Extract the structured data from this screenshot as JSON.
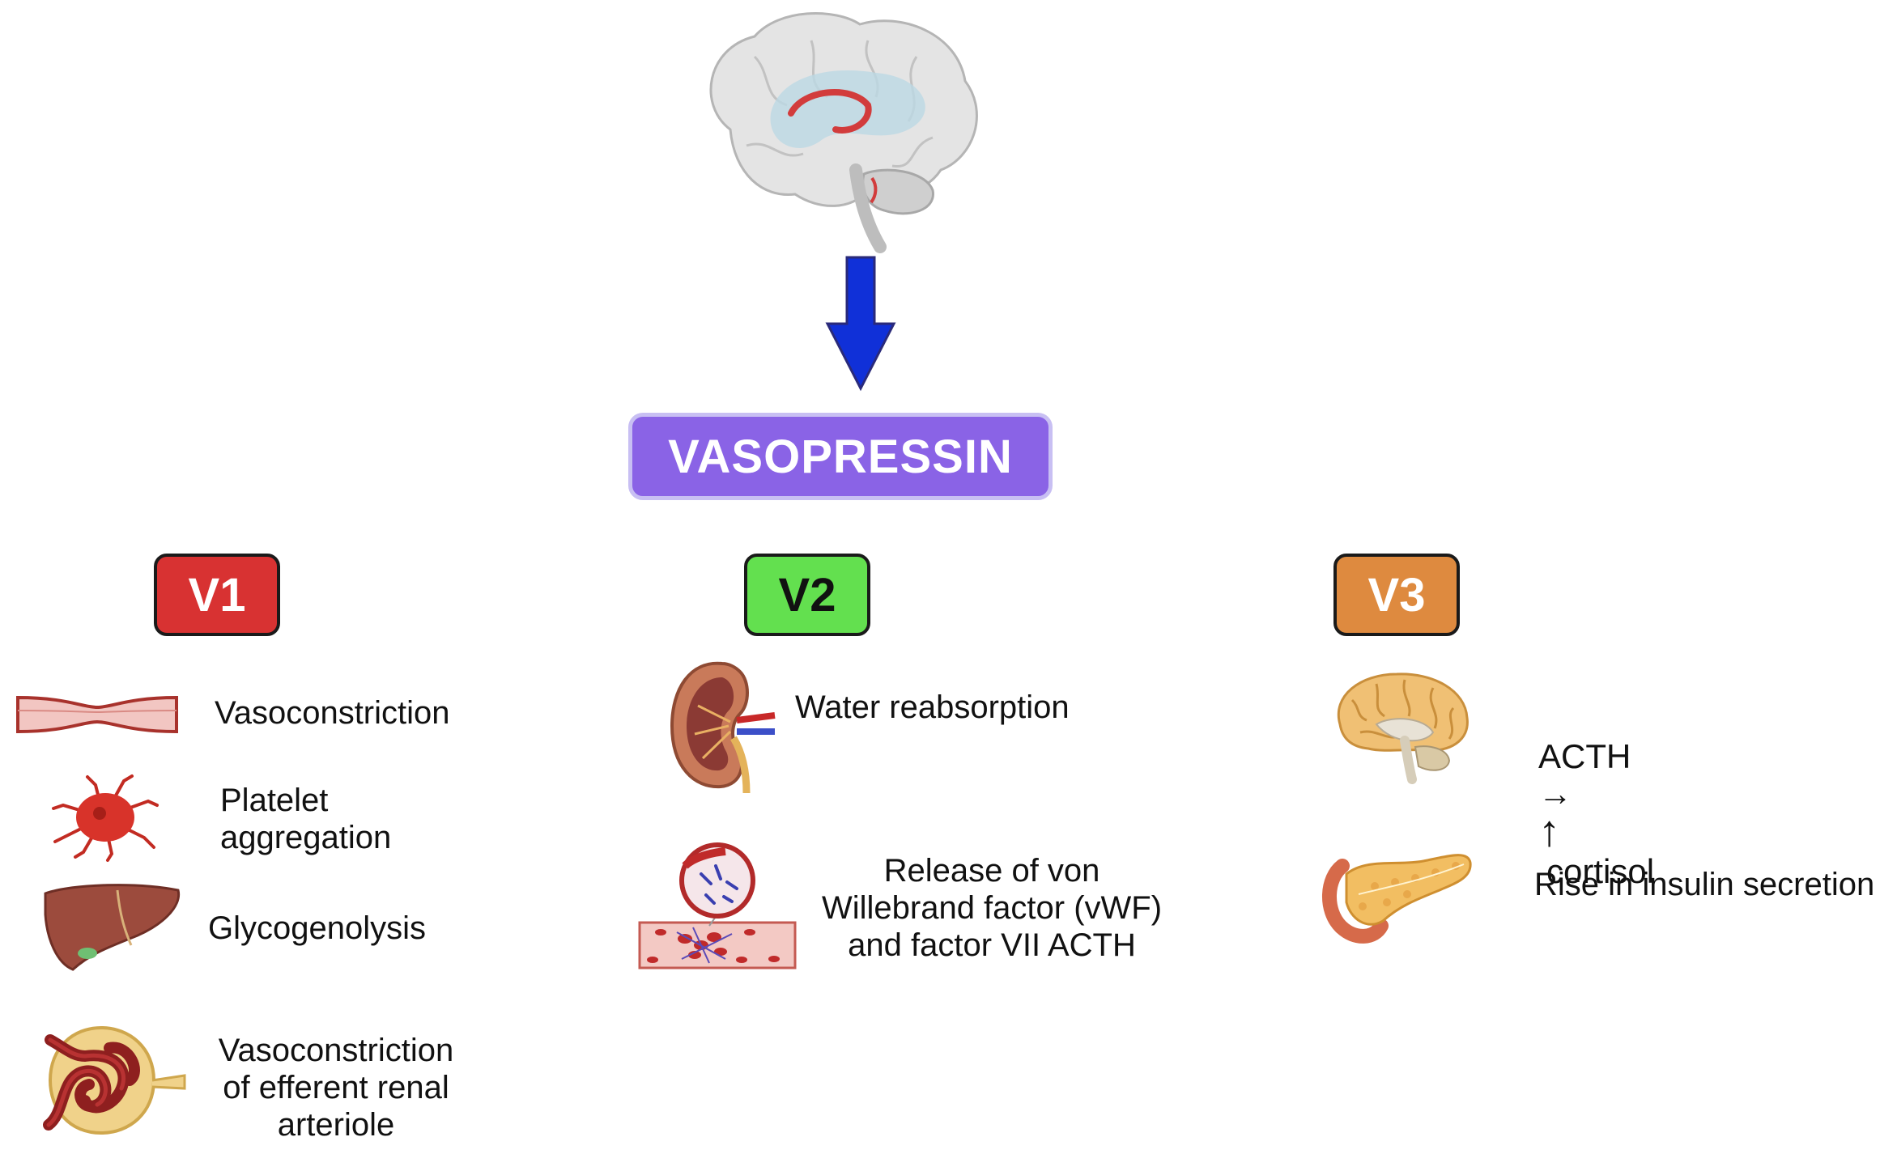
{
  "hub": {
    "label": "VASOPRESSIN",
    "color": "#8a63e6"
  },
  "receptors": [
    {
      "label": "V1",
      "color": "#d83232",
      "text_color": "#ffffff"
    },
    {
      "label": "V2",
      "color": "#63e04f",
      "text_color": "#111111"
    },
    {
      "label": "V3",
      "color": "#de8a3f",
      "text_color": "#ffffff"
    }
  ],
  "v1_effects": [
    {
      "icon": "blood-vessel-icon",
      "text": "Vasoconstriction"
    },
    {
      "icon": "platelet-icon",
      "text": "Platelet\naggregation"
    },
    {
      "icon": "liver-icon",
      "text": "Glycogenolysis"
    },
    {
      "icon": "glomerulus-icon",
      "text": "Vasoconstriction\nof efferent renal\narteriole"
    }
  ],
  "v2_effects": [
    {
      "icon": "kidney-icon",
      "text": "Water reabsorption"
    },
    {
      "icon": "vessel-clot-icon",
      "text": "Release of von\nWillebrand factor (vWF)\nand factor VII ACTH"
    }
  ],
  "v3_effects": [
    {
      "icon": "brain-icon",
      "text_parts": [
        "ACTH",
        "→",
        "↑",
        "cortisol"
      ]
    },
    {
      "icon": "pancreas-icon",
      "text": "Rise in insulin secretion"
    }
  ],
  "arrow_color": "#1030d8"
}
